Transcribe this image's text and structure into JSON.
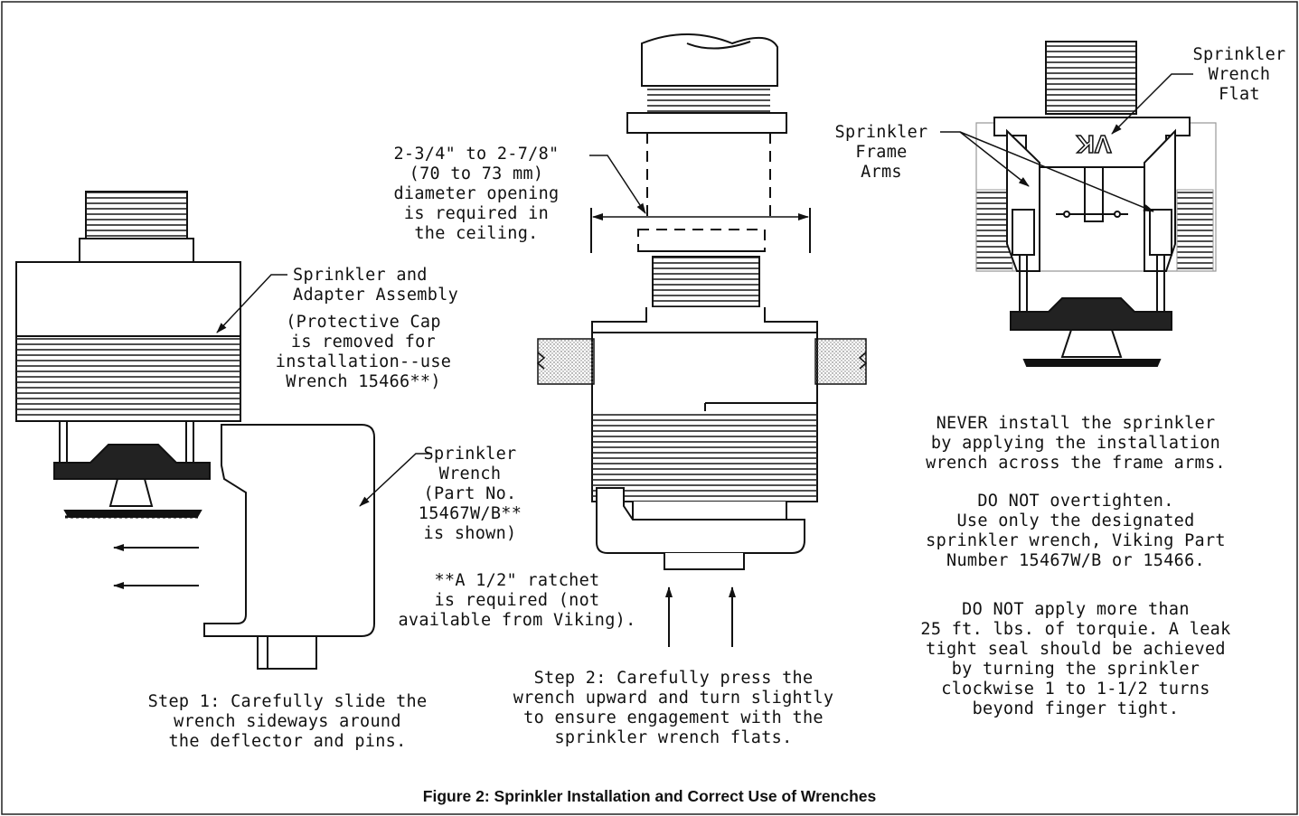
{
  "caption": "Figure 2:  Sprinkler Installation and Correct Use of Wrenches",
  "left_panel": {
    "assembly_label": "Sprinkler and\nAdapter Assembly",
    "cap_note": "(Protective Cap\nis removed for\ninstallation--use\nWrench 15466**)",
    "wrench_label": "Sprinkler\nWrench\n(Part No.\n15467W/B**\nis shown)",
    "step1": "Step 1: Carefully slide the\nwrench sideways around\nthe deflector and pins."
  },
  "middle_panel": {
    "opening_note": "2-3/4\" to 2-7/8\"\n(70 to 73 mm)\ndiameter opening\nis required in\nthe ceiling.",
    "ratchet_note": "**A 1/2\" ratchet\nis required (not\navailable from Viking).",
    "step2": "Step 2: Carefully press the\nwrench upward and turn slightly\nto ensure engagement with the\nsprinkler wrench flats."
  },
  "right_panel": {
    "frame_arms_label": "Sprinkler\nFrame\nArms",
    "wrench_flat_label": "Sprinkler\nWrench\nFlat",
    "logo_text": "VK",
    "warning_never": "NEVER install the sprinkler\nby applying the installation\nwrench across the frame arms.",
    "warning_overtighten": "DO NOT overtighten.\nUse only the designated\nsprinkler wrench, Viking Part\nNumber 15467W/B or 15466.",
    "warning_torque": "DO NOT apply more than\n25 ft. lbs. of torquie. A leak\ntight seal should be achieved\nby turning the sprinkler\nclockwise 1 to 1-1/2 turns\nbeyond finger tight."
  }
}
